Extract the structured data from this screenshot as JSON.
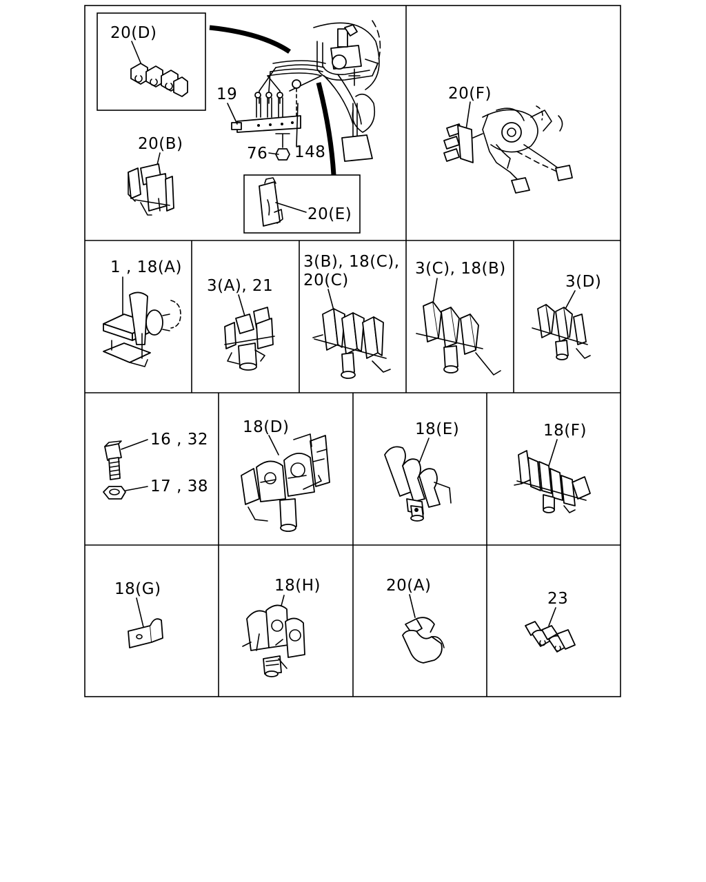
{
  "callouts": {
    "p20d": "20(D)",
    "p19": "19",
    "p148": "148",
    "p76": "76",
    "p20b": "20(B)",
    "p20e": "20(E)",
    "p20f": "20(F)",
    "p1_18a": "1 , 18(A)",
    "p3a_21": "3(A), 21",
    "p3b_18c": "3(B), 18(C),",
    "p20c": "20(C)",
    "p3c_18b": "3(C), 18(B)",
    "p3d": "3(D)",
    "p16_32": "16 , 32",
    "p17_38": "17 , 38",
    "p18d": "18(D)",
    "p18e": "18(E)",
    "p18f": "18(F)",
    "p18g": "18(G)",
    "p18h": "18(H)",
    "p20a": "20(A)",
    "p23": "23"
  }
}
